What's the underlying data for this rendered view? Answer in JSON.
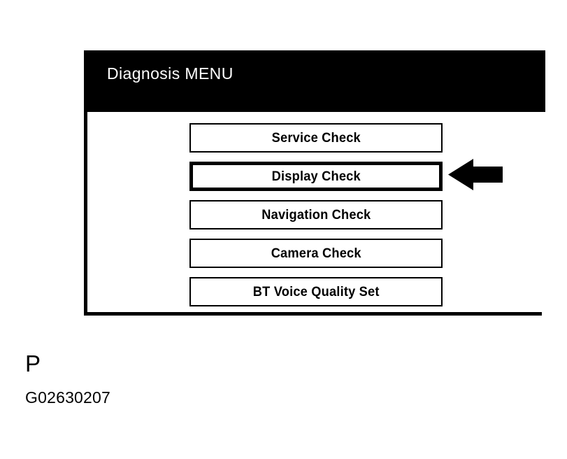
{
  "screen": {
    "title": "Diagnosis MENU",
    "menu_items": [
      {
        "label": "Service Check",
        "selected": false
      },
      {
        "label": "Display Check",
        "selected": true
      },
      {
        "label": "Navigation Check",
        "selected": false
      },
      {
        "label": "Camera Check",
        "selected": false
      },
      {
        "label": "BT Voice Quality Set",
        "selected": false
      }
    ]
  },
  "annotation": {
    "arrow_icon": "arrow-left-icon",
    "arrow_points_to": "Display Check"
  },
  "caption": {
    "marker": "P",
    "figure_id": "G02630207"
  },
  "colors": {
    "background": "#ffffff",
    "foreground": "#000000",
    "title_bar_bg": "#000000",
    "title_bar_text": "#ffffff"
  }
}
